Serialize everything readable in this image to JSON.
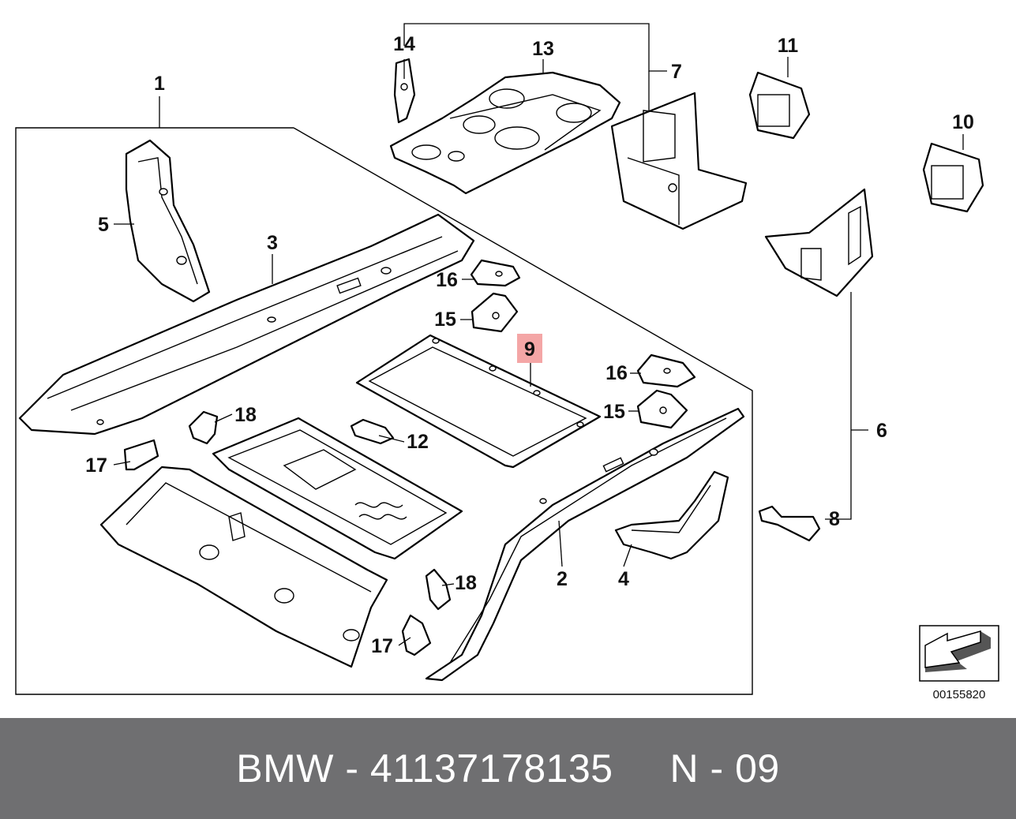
{
  "callouts": {
    "c1": "1",
    "c2": "2",
    "c3": "3",
    "c4": "4",
    "c5": "5",
    "c6": "6",
    "c7": "7",
    "c8": "8",
    "c9": "9",
    "c10": "10",
    "c11": "11",
    "c12": "12",
    "c13": "13",
    "c14": "14",
    "c15a": "15",
    "c15b": "15",
    "c16a": "16",
    "c16b": "16",
    "c17a": "17",
    "c17b": "17",
    "c18a": "18",
    "c18b": "18"
  },
  "highlight": {
    "label": "9",
    "color": "#f4a6a6"
  },
  "diagram_code": "00155820",
  "footer": {
    "text": "BMW - 41137178135     N - 09",
    "background": "#6f6f71",
    "text_color": "#ffffff"
  }
}
